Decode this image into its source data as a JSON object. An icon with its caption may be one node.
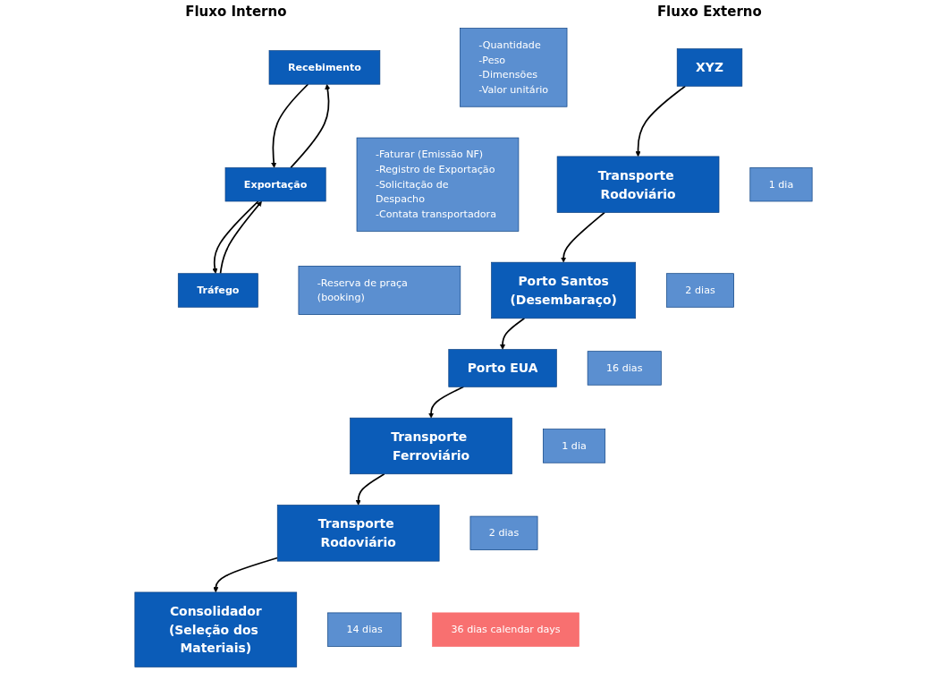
{
  "diagram": {
    "nodes": [
      {
        "text": [
          "Recebimento"
        ]
      },
      {
        "text": [
          "Exportação"
        ]
      },
      {
        "text": [
          "Tráfego"
        ]
      },
      {
        "text": [
          "-Quantidade",
          "-Peso",
          "-Dimensões",
          "-Valor unitário"
        ]
      },
      {
        "text": [
          "-Faturar (Emissão NF)",
          "-Registro de Exportação",
          "-Solicitação de Despacho",
          "-Contata transportadora"
        ]
      },
      {
        "text": [
          "-Reserva de praça (booking)"
        ]
      },
      {
        "text": [
          "XYZ"
        ]
      },
      {
        "text": [
          "Transporte Rodoviário"
        ]
      },
      {
        "text": [
          "1 dia"
        ]
      },
      {
        "text": [
          "Porto Santos",
          "(Desembaraço)"
        ]
      },
      {
        "text": [
          "2 dias"
        ]
      },
      {
        "text": [
          "Porto EUA"
        ]
      },
      {
        "text": [
          "16 dias"
        ]
      },
      {
        "text": [
          "Transporte Ferroviário"
        ]
      },
      {
        "text": [
          "1 dia"
        ]
      },
      {
        "text": [
          "Transporte Rodoviário"
        ]
      },
      {
        "text": [
          "2 dias"
        ]
      },
      {
        "text": [
          "Consolidador",
          "(Seleção dos Materiais)"
        ]
      },
      {
        "text": [
          "14 dias"
        ]
      },
      {
        "text": [
          "36 dias calendar days"
        ]
      }
    ],
    "edges": [
      {
        "from": 0,
        "to": 1,
        "arrow": "to"
      },
      {
        "from": 1,
        "to": 0,
        "arrow": "to"
      },
      {
        "from": 1,
        "to": 2,
        "arrow": "to"
      },
      {
        "from": 2,
        "to": 1,
        "arrow": "to"
      },
      {
        "from": 6,
        "to": 7,
        "arrow": "to"
      },
      {
        "from": 7,
        "to": 9,
        "arrow": "to"
      },
      {
        "from": 9,
        "to": 11,
        "arrow": "to"
      },
      {
        "from": 11,
        "to": 13,
        "arrow": "to"
      },
      {
        "from": 13,
        "to": 15,
        "arrow": "to"
      },
      {
        "from": 15,
        "to": 17,
        "arrow": "to"
      }
    ],
    "labels": [
      "Fluxo Interno",
      "Fluxo Externo"
    ]
  }
}
